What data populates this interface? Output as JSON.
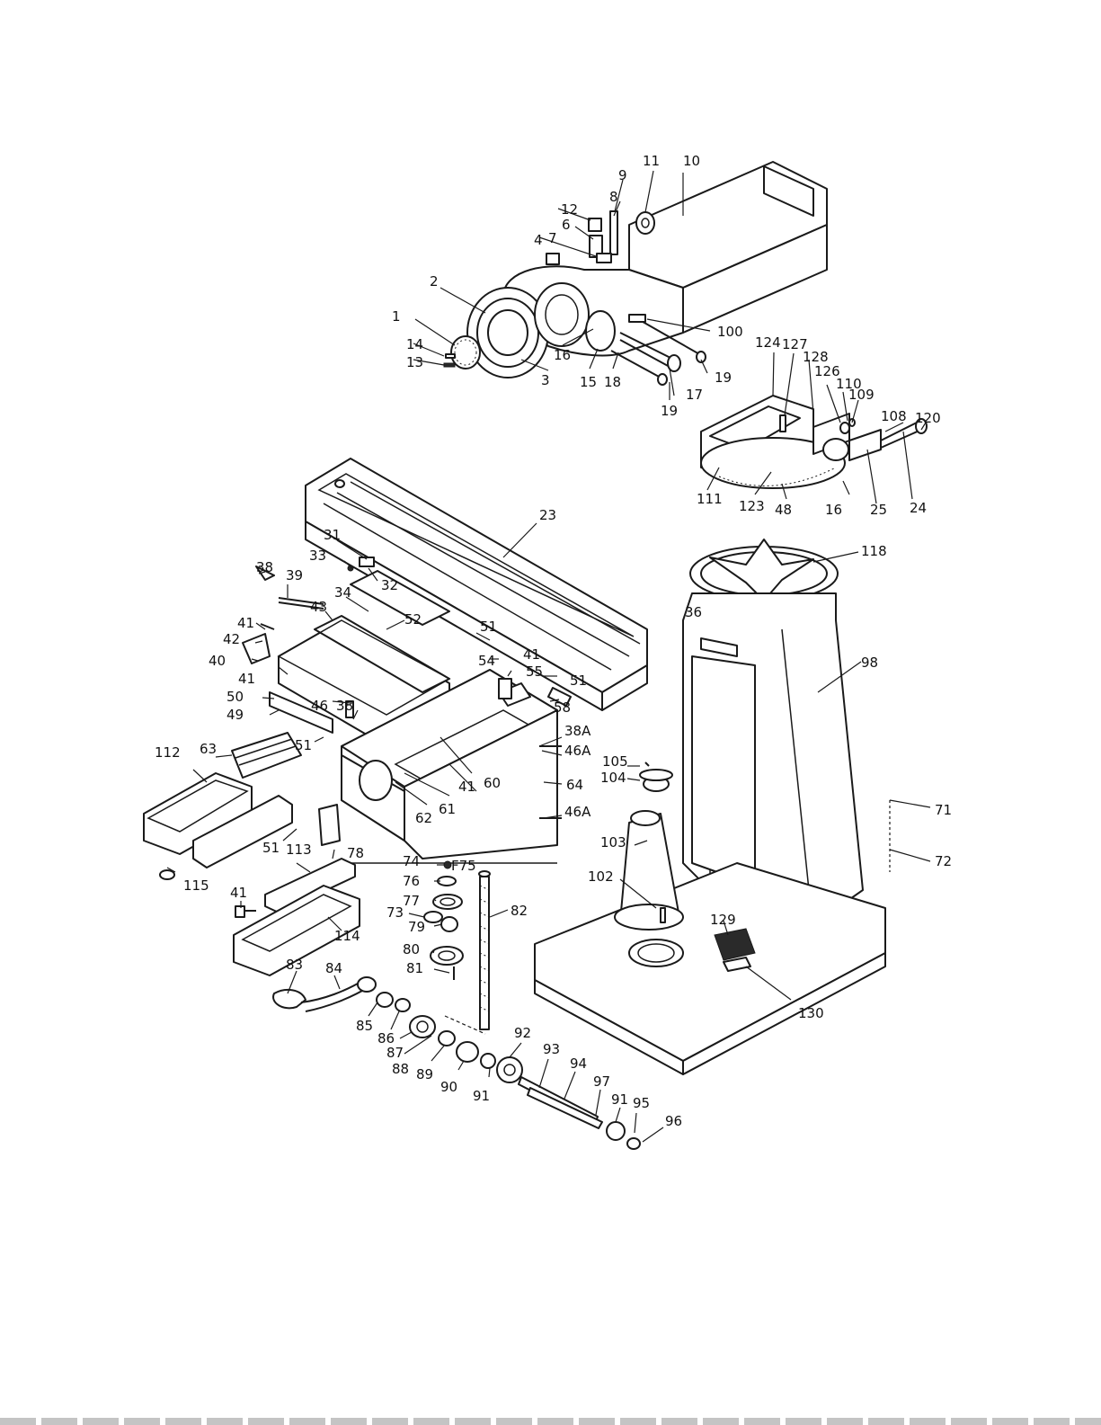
{
  "diagram": {
    "callouts": [
      {
        "id": "c1",
        "label": "1"
      },
      {
        "id": "c2",
        "label": "2"
      },
      {
        "id": "c3",
        "label": "3"
      },
      {
        "id": "c4",
        "label": "4"
      },
      {
        "id": "c6",
        "label": "6"
      },
      {
        "id": "c7",
        "label": "7"
      },
      {
        "id": "c8",
        "label": "8"
      },
      {
        "id": "c9",
        "label": "9"
      },
      {
        "id": "c10",
        "label": "10"
      },
      {
        "id": "c11",
        "label": "11"
      },
      {
        "id": "c12",
        "label": "12"
      },
      {
        "id": "c13",
        "label": "13"
      },
      {
        "id": "c14",
        "label": "14"
      },
      {
        "id": "c15",
        "label": "15"
      },
      {
        "id": "c16a",
        "label": "16"
      },
      {
        "id": "c16b",
        "label": "16"
      },
      {
        "id": "c17",
        "label": "17"
      },
      {
        "id": "c18",
        "label": "18"
      },
      {
        "id": "c19a",
        "label": "19"
      },
      {
        "id": "c19b",
        "label": "19"
      },
      {
        "id": "c23",
        "label": "23"
      },
      {
        "id": "c24",
        "label": "24"
      },
      {
        "id": "c25",
        "label": "25"
      },
      {
        "id": "c31",
        "label": "31"
      },
      {
        "id": "c32",
        "label": "32"
      },
      {
        "id": "c33",
        "label": "33"
      },
      {
        "id": "c34",
        "label": "34"
      },
      {
        "id": "c36",
        "label": "36"
      },
      {
        "id": "c38a",
        "label": "38"
      },
      {
        "id": "c38b",
        "label": "38"
      },
      {
        "id": "c38A",
        "label": "38A"
      },
      {
        "id": "c39",
        "label": "39"
      },
      {
        "id": "c40",
        "label": "40"
      },
      {
        "id": "c41a",
        "label": "41"
      },
      {
        "id": "c41b",
        "label": "41"
      },
      {
        "id": "c41c",
        "label": "41"
      },
      {
        "id": "c41d",
        "label": "41"
      },
      {
        "id": "c41e",
        "label": "41"
      },
      {
        "id": "c42",
        "label": "42"
      },
      {
        "id": "c43",
        "label": "43"
      },
      {
        "id": "c46",
        "label": "46"
      },
      {
        "id": "c46Aa",
        "label": "46A"
      },
      {
        "id": "c46Ab",
        "label": "46A"
      },
      {
        "id": "c48",
        "label": "48"
      },
      {
        "id": "c49",
        "label": "49"
      },
      {
        "id": "c50",
        "label": "50"
      },
      {
        "id": "c51a",
        "label": "51"
      },
      {
        "id": "c51b",
        "label": "51"
      },
      {
        "id": "c51c",
        "label": "51"
      },
      {
        "id": "c51d",
        "label": "51"
      },
      {
        "id": "c52",
        "label": "52"
      },
      {
        "id": "c54",
        "label": "54"
      },
      {
        "id": "c55",
        "label": "55"
      },
      {
        "id": "c58",
        "label": "58"
      },
      {
        "id": "c60",
        "label": "60"
      },
      {
        "id": "c61",
        "label": "61"
      },
      {
        "id": "c62",
        "label": "62"
      },
      {
        "id": "c63",
        "label": "63"
      },
      {
        "id": "c64",
        "label": "64"
      },
      {
        "id": "c71",
        "label": "71"
      },
      {
        "id": "c72",
        "label": "72"
      },
      {
        "id": "c73",
        "label": "73"
      },
      {
        "id": "c74",
        "label": "74"
      },
      {
        "id": "c75",
        "label": "F75"
      },
      {
        "id": "c76",
        "label": "76"
      },
      {
        "id": "c77",
        "label": "77"
      },
      {
        "id": "c78",
        "label": "78"
      },
      {
        "id": "c79",
        "label": "79"
      },
      {
        "id": "c80",
        "label": "80"
      },
      {
        "id": "c81",
        "label": "81"
      },
      {
        "id": "c82",
        "label": "82"
      },
      {
        "id": "c83",
        "label": "83"
      },
      {
        "id": "c84",
        "label": "84"
      },
      {
        "id": "c85",
        "label": "85"
      },
      {
        "id": "c86",
        "label": "86"
      },
      {
        "id": "c87",
        "label": "87"
      },
      {
        "id": "c88",
        "label": "88"
      },
      {
        "id": "c89",
        "label": "89"
      },
      {
        "id": "c90",
        "label": "90"
      },
      {
        "id": "c91a",
        "label": "91"
      },
      {
        "id": "c91b",
        "label": "91"
      },
      {
        "id": "c92",
        "label": "92"
      },
      {
        "id": "c93",
        "label": "93"
      },
      {
        "id": "c94",
        "label": "94"
      },
      {
        "id": "c95",
        "label": "95"
      },
      {
        "id": "c96",
        "label": "96"
      },
      {
        "id": "c97",
        "label": "97"
      },
      {
        "id": "c98",
        "label": "98"
      },
      {
        "id": "c100",
        "label": "100"
      },
      {
        "id": "c102",
        "label": "102"
      },
      {
        "id": "c103",
        "label": "103"
      },
      {
        "id": "c104",
        "label": "104"
      },
      {
        "id": "c105",
        "label": "105"
      },
      {
        "id": "c108",
        "label": "108"
      },
      {
        "id": "c109",
        "label": "109"
      },
      {
        "id": "c110",
        "label": "110"
      },
      {
        "id": "c111",
        "label": "111"
      },
      {
        "id": "c112",
        "label": "112"
      },
      {
        "id": "c113",
        "label": "113"
      },
      {
        "id": "c114",
        "label": "114"
      },
      {
        "id": "c115",
        "label": "115"
      },
      {
        "id": "c118",
        "label": "118"
      },
      {
        "id": "c120",
        "label": "120"
      },
      {
        "id": "c123",
        "label": "123"
      },
      {
        "id": "c124",
        "label": "124"
      },
      {
        "id": "c126",
        "label": "126"
      },
      {
        "id": "c127",
        "label": "127"
      },
      {
        "id": "c128",
        "label": "128"
      },
      {
        "id": "c129",
        "label": "129"
      },
      {
        "id": "c130",
        "label": "130"
      }
    ]
  }
}
